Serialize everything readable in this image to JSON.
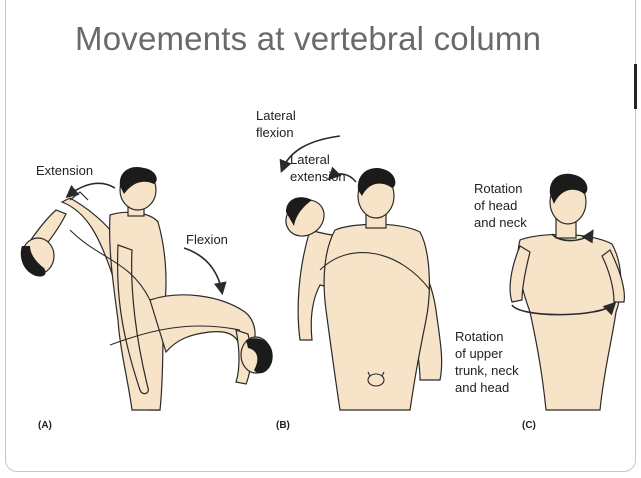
{
  "title": "Movements at vertebral column",
  "colors": {
    "skin": "#f6e3c8",
    "outline": "#2a2a2a",
    "hair": "#1b1b1b",
    "title": "#6a6a6a"
  },
  "panels": {
    "a": {
      "caption": "(A)",
      "labels": {
        "extension": "Extension",
        "flexion": "Flexion"
      }
    },
    "b": {
      "caption": "(B)",
      "labels": {
        "lateral_flexion_1": "Lateral",
        "lateral_flexion_2": "flexion",
        "lateral_extension_1": "Lateral",
        "lateral_extension_2": "extension"
      }
    },
    "c": {
      "caption": "(C)",
      "labels": {
        "rotation_head_1": "Rotation",
        "rotation_head_2": "of head",
        "rotation_head_3": "and neck",
        "rotation_trunk_1": "Rotation",
        "rotation_trunk_2": "of upper",
        "rotation_trunk_3": "trunk, neck",
        "rotation_trunk_4": "and head"
      }
    }
  }
}
